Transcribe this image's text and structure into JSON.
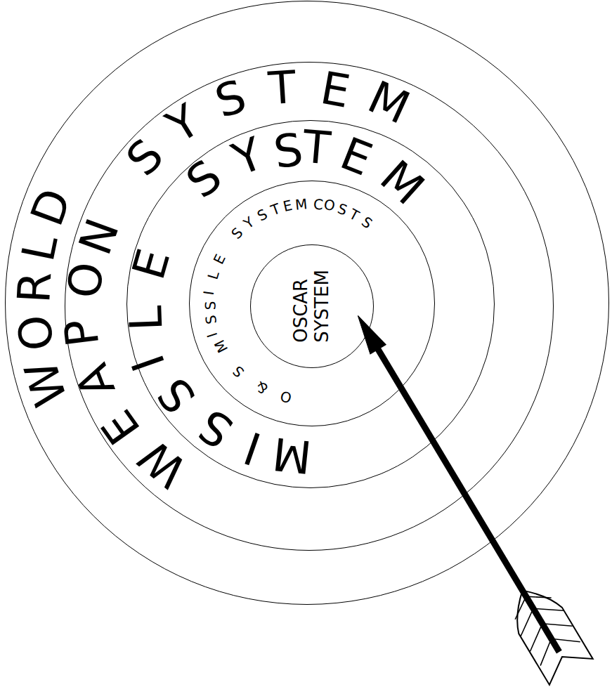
{
  "diagram": {
    "nodes": [
      {
        "text": [
          "WORLD"
        ]
      },
      {
        "text": [
          "WEAPON SYSTEM"
        ],
        "in": 0
      },
      {
        "text": [
          "MISSILE SYSTEM"
        ],
        "in": 1
      },
      {
        "text": [
          "O & S MISSILE SYSTEM COSTS"
        ],
        "in": 2
      },
      {
        "text": [
          "OSCAR SYSTEM"
        ],
        "in": 3
      }
    ]
  }
}
